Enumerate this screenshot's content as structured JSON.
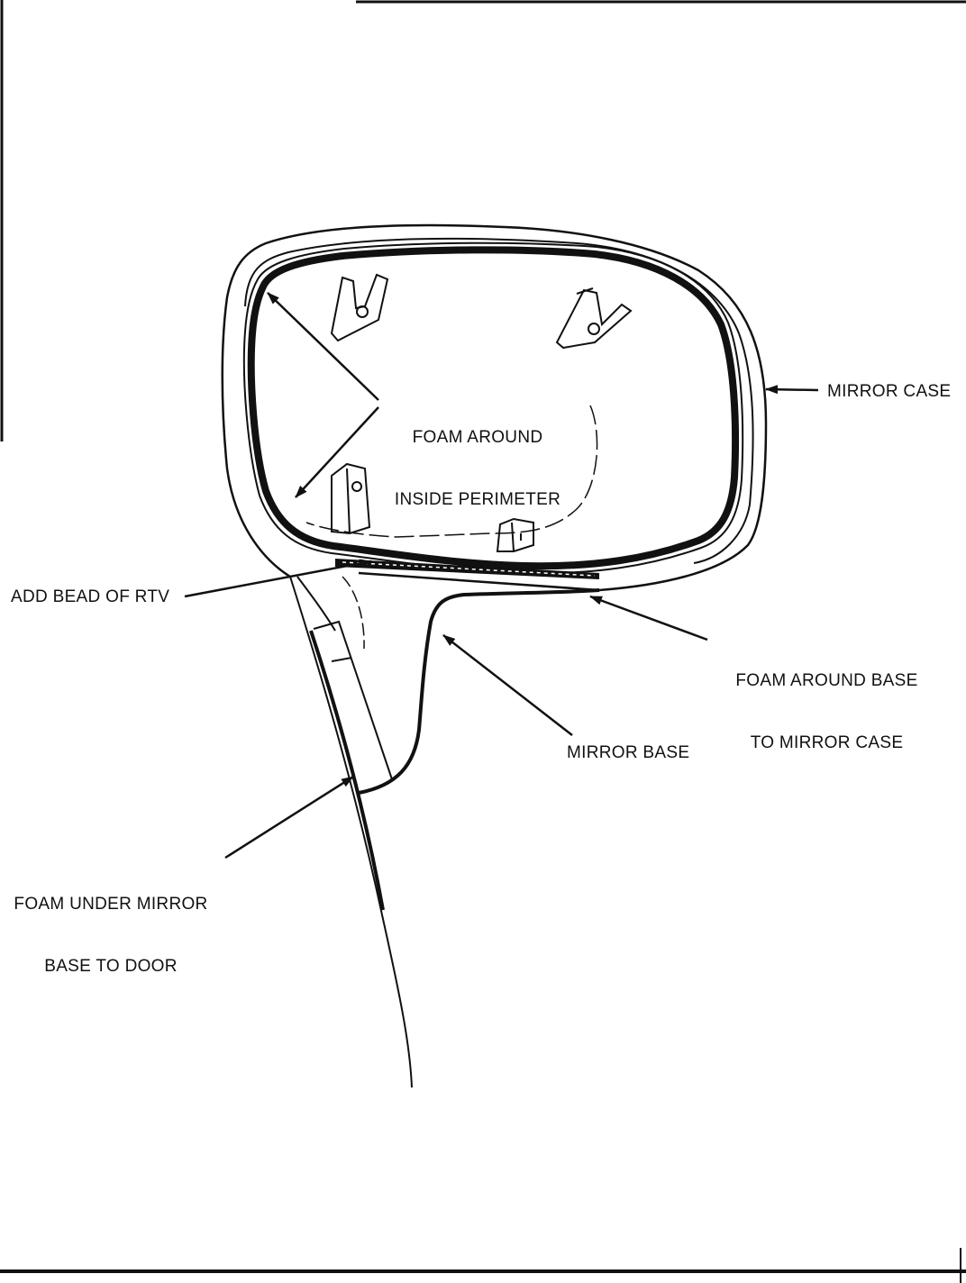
{
  "colors": {
    "ink": "#111111",
    "paper": "#ffffff"
  },
  "labels": {
    "foam_inside_perimeter": {
      "line1": "FOAM AROUND",
      "line2": "INSIDE PERIMETER"
    },
    "mirror_case": "MIRROR CASE",
    "bead_rtv": "ADD BEAD OF RTV",
    "foam_base_case": {
      "line1": "FOAM AROUND BASE",
      "line2": "TO MIRROR CASE"
    },
    "mirror_base": "MIRROR BASE",
    "foam_under_base": {
      "line1": "FOAM UNDER MIRROR",
      "line2": "BASE TO DOOR"
    }
  }
}
